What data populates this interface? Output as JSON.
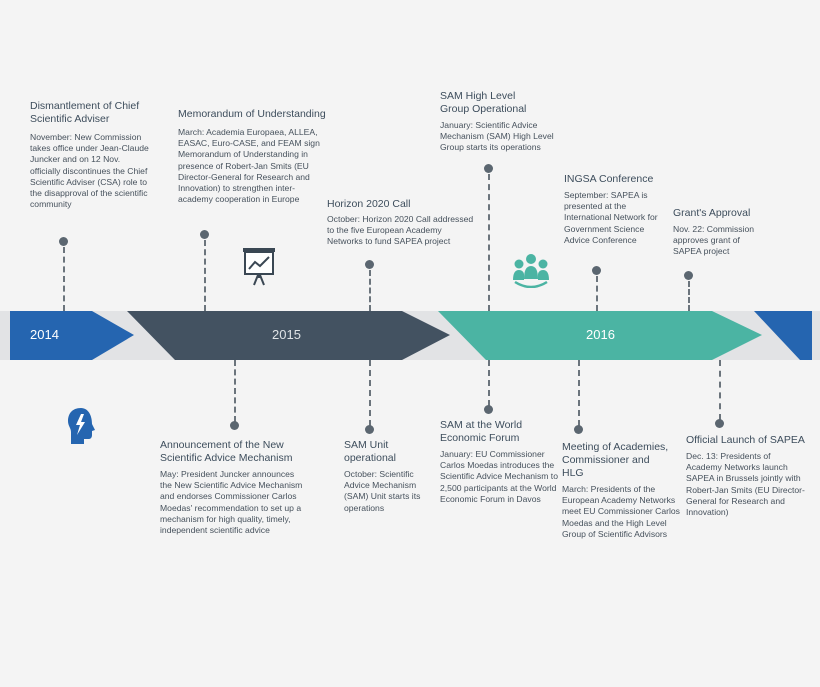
{
  "years": {
    "y2014": "2014",
    "y2015": "2015",
    "y2016": "2016"
  },
  "colors": {
    "blue": "#2565b0",
    "slate": "#435261",
    "teal": "#4bb4a3",
    "band": "#e2e3e5",
    "text": "#3d4d5c"
  },
  "icons": {
    "presentation": "presentation-board-icon",
    "group": "people-group-icon",
    "head": "head-lightning-icon"
  },
  "events": [
    {
      "id": "csa",
      "title": "Dismantlement of Chief Scientific Adviser",
      "desc": "November: New Commission takes office under Jean-Claude Juncker and on 12 Nov. officially discontinues the Chief Scientific Adviser (CSA) role to the disapproval of the scientific community"
    },
    {
      "id": "mou",
      "title": "Memorandum of Understanding",
      "desc": "March:  Academia Europaea, ALLEA, EASAC, Euro-CASE, and FEAM sign Memorandum of Understanding in presence of Robert-Jan Smits (EU Director-General for Research and Innovation) to strengthen inter-academy cooperation in Europe"
    },
    {
      "id": "h2020",
      "title": "Horizon 2020 Call",
      "desc": "October: Horizon 2020 Call addressed to the five European Academy Networks to fund SAPEA project"
    },
    {
      "id": "samhlg",
      "title": "SAM High Level Group Operational",
      "desc": "January: Scientific Advice Mechanism (SAM) High Level Group starts its operations"
    },
    {
      "id": "ingsa",
      "title": "INGSA Conference",
      "desc": "September: SAPEA is presented at the International Network for Government Science Advice Conference"
    },
    {
      "id": "grant",
      "title": "Grant's Approval",
      "desc": "Nov. 22: Commission approves grant of SAPEA project"
    },
    {
      "id": "announce",
      "title": "Announcement of the New Scientific Advice Mechanism",
      "desc": "May: President Juncker announces the New Scientific Advice Mechanism and endorses Commissioner Carlos Moedas' recommendation to set up a mechanism for high quality, timely, independent scientific advice"
    },
    {
      "id": "samunit",
      "title": "SAM Unit operational",
      "desc": "October: Scientific Advice Mechanism (SAM) Unit starts its operations"
    },
    {
      "id": "wef",
      "title": "SAM at the World Economic Forum",
      "desc": "January: EU Commissioner Carlos Moedas introduces the Scientific Advice Mechanism to 2,500 participants at the World Economic Forum in Davos"
    },
    {
      "id": "meeting",
      "title": "Meeting of Academies, Commissioner and HLG",
      "desc": "March: Presidents of the European Academy Networks meet EU Commissioner Carlos Moedas and the High Level Group of Scientific Advisors"
    },
    {
      "id": "launch",
      "title": "Official Launch of SAPEA",
      "desc": "Dec. 13: Presidents of Academy Networks launch SAPEA in Brussels jointly with Robert-Jan Smits (EU Director-General for Research and Innovation)"
    }
  ]
}
